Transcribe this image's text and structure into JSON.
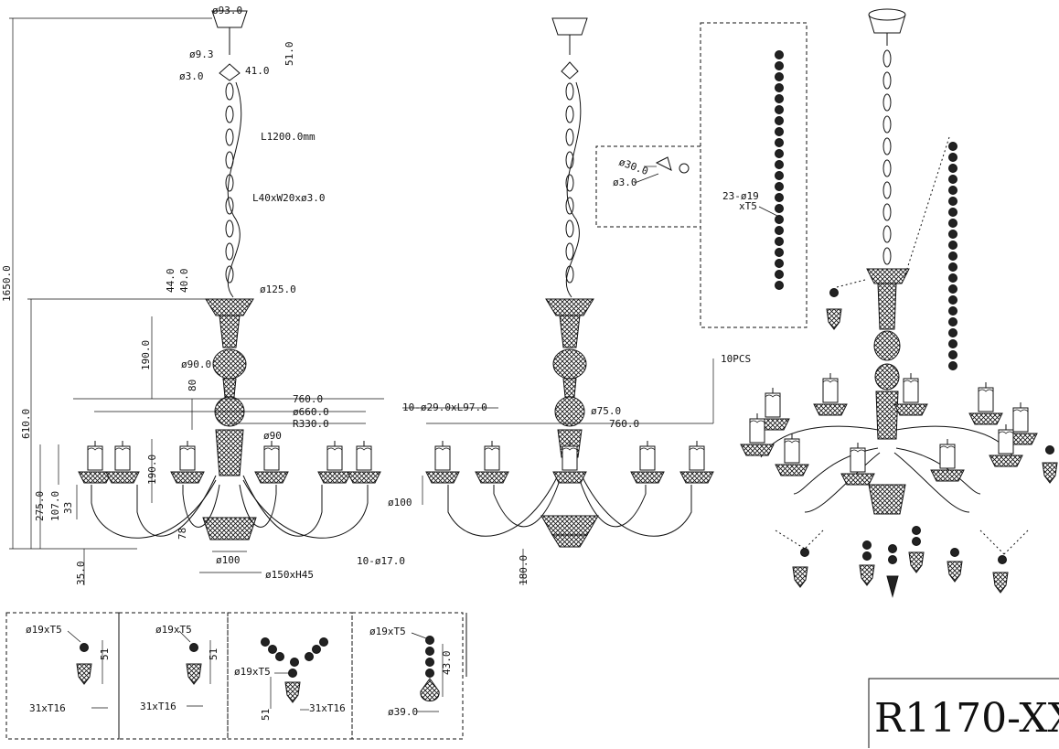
{
  "model_code": "R1170-XX",
  "front_view_dims": {
    "canopy_dia": "ø93.0",
    "canopy_height": "51.0",
    "hook_dia": "ø9.3",
    "link_dia": "ø3.0",
    "hook_size": "41.0",
    "chain_length": "L1200.0mm",
    "chain_link": "L40xW20xø3.0",
    "total_height": "1650.0",
    "cup_dia": "ø125.0",
    "cup_h1": "44.0",
    "cup_h2": "40.0",
    "body_height": "610.0",
    "stem_height": "190.0",
    "stem_dia": "ø90.0",
    "ball_offset": "80",
    "arm_span": "760.0",
    "arm_circle": "ø660.0",
    "arm_radius": "R330.0",
    "col_dia": "ø90",
    "lower_height": "275.0",
    "lower_stem": "190.0",
    "candle_h": "107.0",
    "candle_b": "33",
    "bowl_h": "78",
    "bottom_offset": "35.0",
    "bowl_dia": "ø100",
    "base_size": "ø150xH45",
    "arms": "10-ø17.0"
  },
  "side_view_dims": {
    "candle_spec": "10-ø29.0xL97.0",
    "ball_dia": "ø75.0",
    "span": "760.0",
    "bulb_dia": "ø100",
    "bottom_h": "180.0",
    "pcs": "10PCS"
  },
  "detail_hook": {
    "dia_outer": "ø30.0",
    "dia_wire": "ø3.0"
  },
  "detail_strand": {
    "spec_line1": "23-ø19",
    "spec_line2": "xT5"
  },
  "bottom_details": [
    {
      "bead": "ø19xT5",
      "size": "51",
      "drop": "31xT16"
    },
    {
      "bead": "ø19xT5",
      "size": "51",
      "drop": "31xT16"
    },
    {
      "bead": "ø19xT5",
      "size": "51",
      "drop": "31xT16"
    },
    {
      "bead": "ø19xT5",
      "size": "43.0",
      "drop": "ø39.0"
    }
  ]
}
